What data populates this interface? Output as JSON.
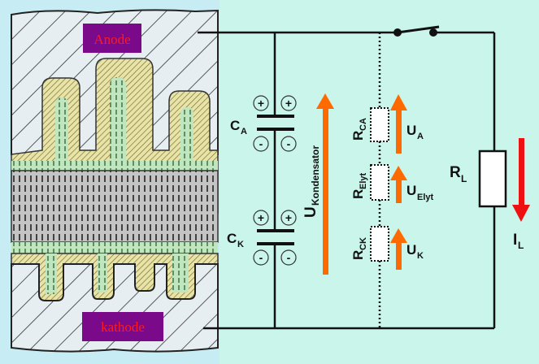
{
  "diagram": {
    "title": "Electrolytic capacitor equivalent circuit",
    "colors": {
      "background": "#c9f5ea",
      "left_panel": "#c8ecf4",
      "electrode_fill": "#e6eef2",
      "oxide_fill": "#e9e3a6",
      "electrolyte_fill": "#bfe6bf",
      "separator_fill": "#c4c4c4",
      "tag_fill": "#7a0a8a",
      "tag_text": "#ff1a1a",
      "voltage_arrow": "#ff6a00",
      "current_arrow": "#ee1111",
      "wire": "#111111"
    },
    "cross_section": {
      "anode_tag": "Anode",
      "kathode_tag": "kathode"
    },
    "capacitors": [
      {
        "name": "C",
        "sub": "A",
        "top_charges": [
          "+",
          "+"
        ],
        "bottom_charges": [
          "-",
          "-"
        ]
      },
      {
        "name": "C",
        "sub": "K",
        "top_charges": [
          "+",
          "+"
        ],
        "bottom_charges": [
          "-",
          "-"
        ]
      }
    ],
    "capacitor_voltage": {
      "name": "U",
      "sub": "Kondensator"
    },
    "resistors": [
      {
        "name": "R",
        "sub": "CA",
        "voltage_name": "U",
        "voltage_sub": "A"
      },
      {
        "name": "R",
        "sub": "Elyt",
        "voltage_name": "U",
        "voltage_sub": "Elyt"
      },
      {
        "name": "R",
        "sub": "CK",
        "voltage_name": "U",
        "voltage_sub": "K"
      }
    ],
    "load": {
      "name": "R",
      "sub": "L",
      "current_name": "I",
      "current_sub": "L"
    },
    "switch": {
      "state": "open"
    }
  }
}
